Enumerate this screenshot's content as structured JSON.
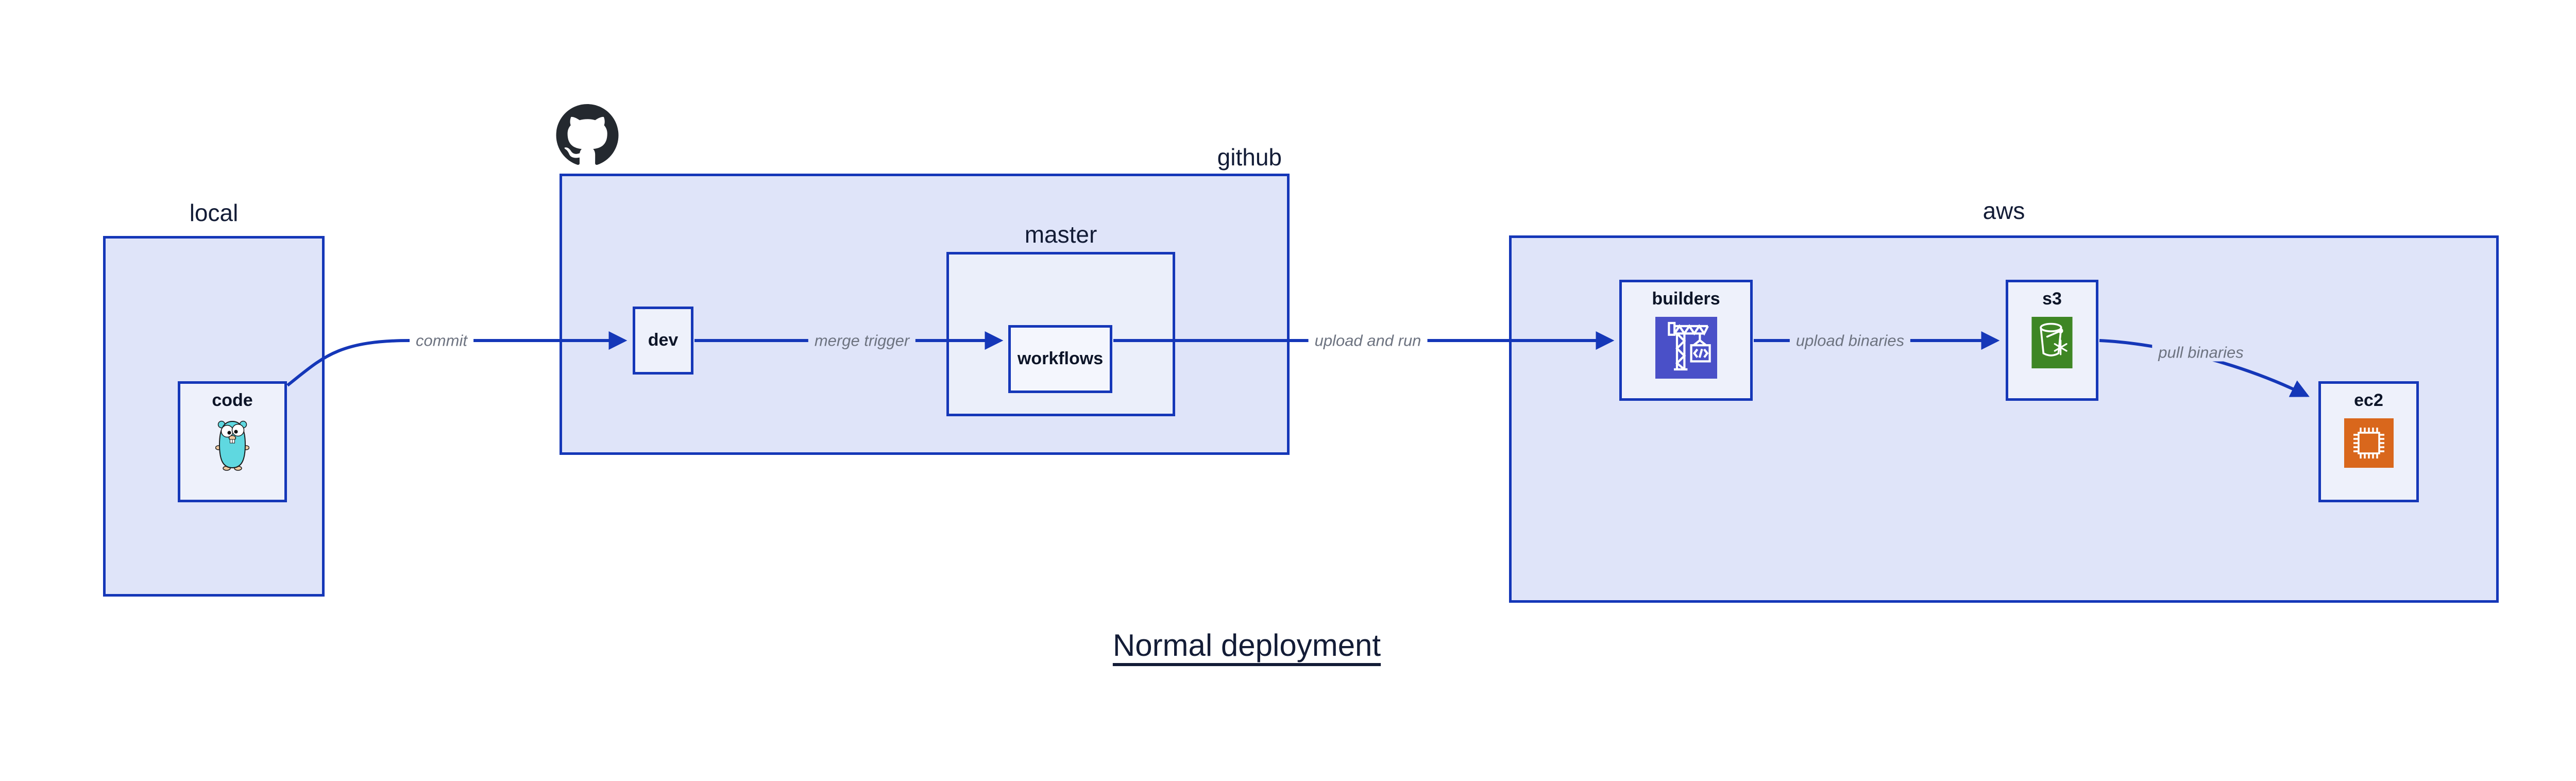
{
  "title": {
    "text": "Normal deployment"
  },
  "containers": {
    "local": {
      "label": "local"
    },
    "github": {
      "label": "github"
    },
    "master": {
      "label": "master"
    },
    "aws": {
      "label": "aws"
    }
  },
  "nodes": {
    "code": {
      "label": "code",
      "icon": "go-gopher-icon"
    },
    "dev": {
      "label": "dev"
    },
    "workflows": {
      "label": "workflows"
    },
    "builders": {
      "label": "builders",
      "icon": "crane-container-icon"
    },
    "s3": {
      "label": "s3",
      "icon": "bucket-snowflake-icon"
    },
    "ec2": {
      "label": "ec2",
      "icon": "cpu-chip-icon"
    }
  },
  "edges": [
    {
      "from": "code",
      "to": "dev",
      "label": "commit"
    },
    {
      "from": "dev",
      "to": "workflows",
      "label": "merge trigger"
    },
    {
      "from": "workflows",
      "to": "builders",
      "label": "upload and run"
    },
    {
      "from": "builders",
      "to": "s3",
      "label": "upload binaries"
    },
    {
      "from": "s3",
      "to": "ec2",
      "label": "pull binaries"
    }
  ],
  "colors": {
    "stroke_blue": "#1537b8",
    "container_fill": "#dfe4f9",
    "node_fill": "#eef1fb",
    "inner_node_fill": "#f4f6fd",
    "edge_label_gray": "#6d7380",
    "heading_navy": "#131c36",
    "octocat_black": "#24292f",
    "gopher_teal": "#5fd8e0",
    "builders_icon_bg": "#4a50c8",
    "s3_icon_bg": "#3e8624",
    "ec2_icon_bg": "#d9671c"
  }
}
